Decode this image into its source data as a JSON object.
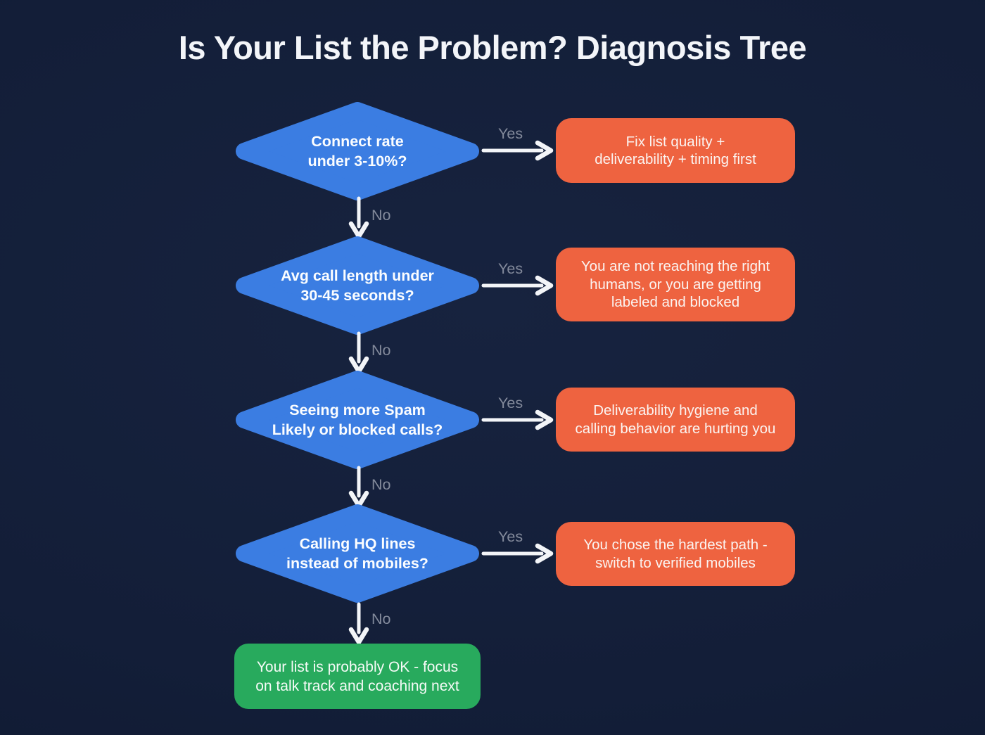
{
  "title": "Is Your List the Problem? Diagnosis Tree",
  "labels": {
    "yes": "Yes",
    "no": "No"
  },
  "colors": {
    "background": "#131e38",
    "decision_node": "#3b7de2",
    "yes_outcome_node": "#ee6340",
    "final_outcome_node": "#28aa5d",
    "arrow": "#f3f5f8",
    "edge_label": "#838a9b",
    "title_text": "#f3f5f9",
    "node_text": "#ffffff"
  },
  "decisions": [
    {
      "lines": [
        "Connect rate",
        "under 3-10%?"
      ]
    },
    {
      "lines": [
        "Avg call length under",
        "30-45 seconds?"
      ]
    },
    {
      "lines": [
        "Seeing more Spam",
        "Likely or blocked calls?"
      ]
    },
    {
      "lines": [
        "Calling HQ lines",
        "instead of mobiles?"
      ]
    }
  ],
  "outcomes": [
    {
      "lines": [
        "Fix list quality +",
        "deliverability + timing first"
      ]
    },
    {
      "lines": [
        "You are not reaching the right",
        "humans, or you are getting",
        "labeled and blocked"
      ]
    },
    {
      "lines": [
        "Deliverability hygiene and",
        "calling behavior are hurting you"
      ]
    },
    {
      "lines": [
        "You chose the hardest path -",
        "switch to verified mobiles"
      ]
    }
  ],
  "final_outcome": {
    "lines": [
      "Your list is probably OK - focus",
      "on talk track and coaching next"
    ]
  }
}
